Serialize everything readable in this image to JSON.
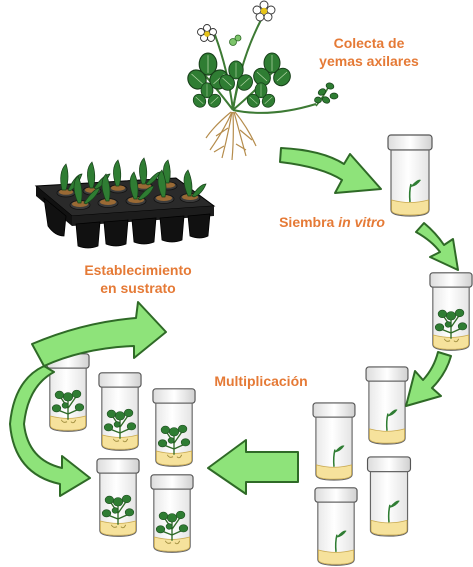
{
  "labels": {
    "collection": "Colecta de\nyemas axilares",
    "in_vitro_prefix": "Siembra ",
    "in_vitro_italic": "in vitro",
    "establishment": "Establecimiento\nen sustrato",
    "multiplication": "Multiplicación"
  },
  "colors": {
    "arrow_fill": "#8ee37a",
    "arrow_stroke": "#2f6a27",
    "label": "#e57a36",
    "medium": "#f6e29c",
    "leaf": "#2f7d33",
    "tray": "#1f1f1f"
  }
}
